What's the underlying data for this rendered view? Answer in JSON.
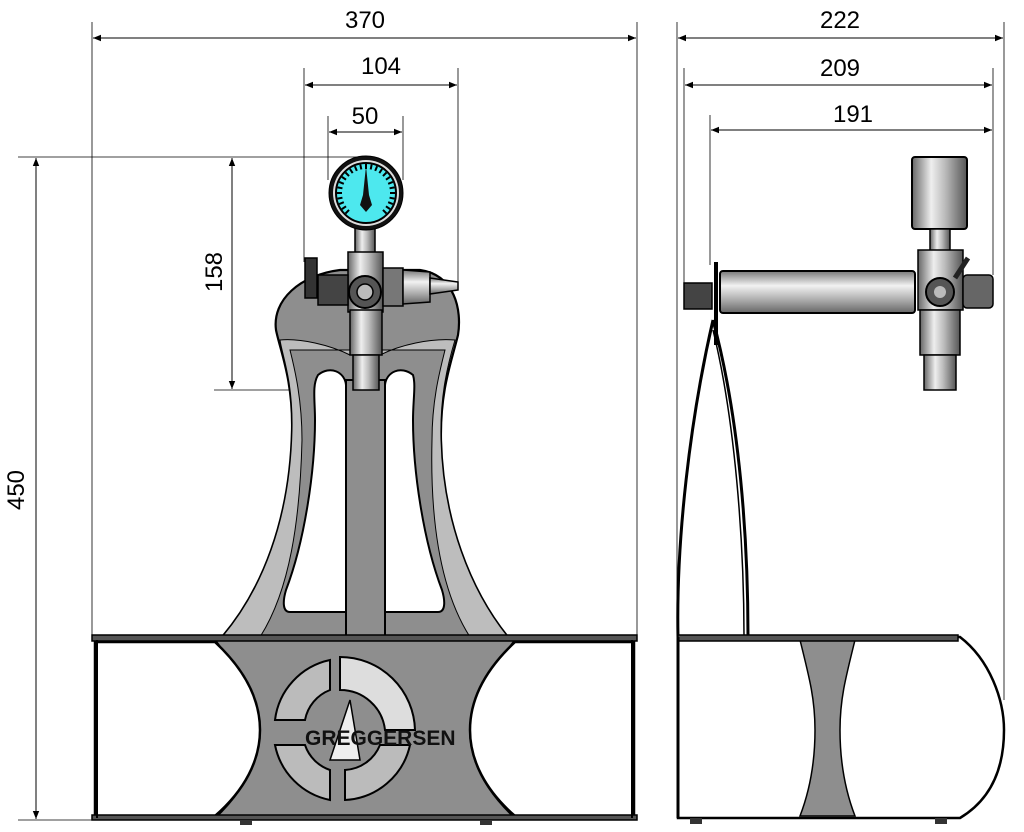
{
  "drawing": {
    "front_view": {
      "dimensions": {
        "overall_width": "370",
        "valve_width": "104",
        "gauge_diameter": "50",
        "valve_height": "158",
        "overall_height": "450"
      },
      "logo_text": "GREGGERSEN"
    },
    "side_view": {
      "dimensions": {
        "overall_depth": "222",
        "base_depth": "209",
        "valve_offset": "191"
      }
    },
    "colors": {
      "stand_gray": "#8e8e8e",
      "gauge_face": "#4de8ee",
      "line": "#000000"
    }
  }
}
